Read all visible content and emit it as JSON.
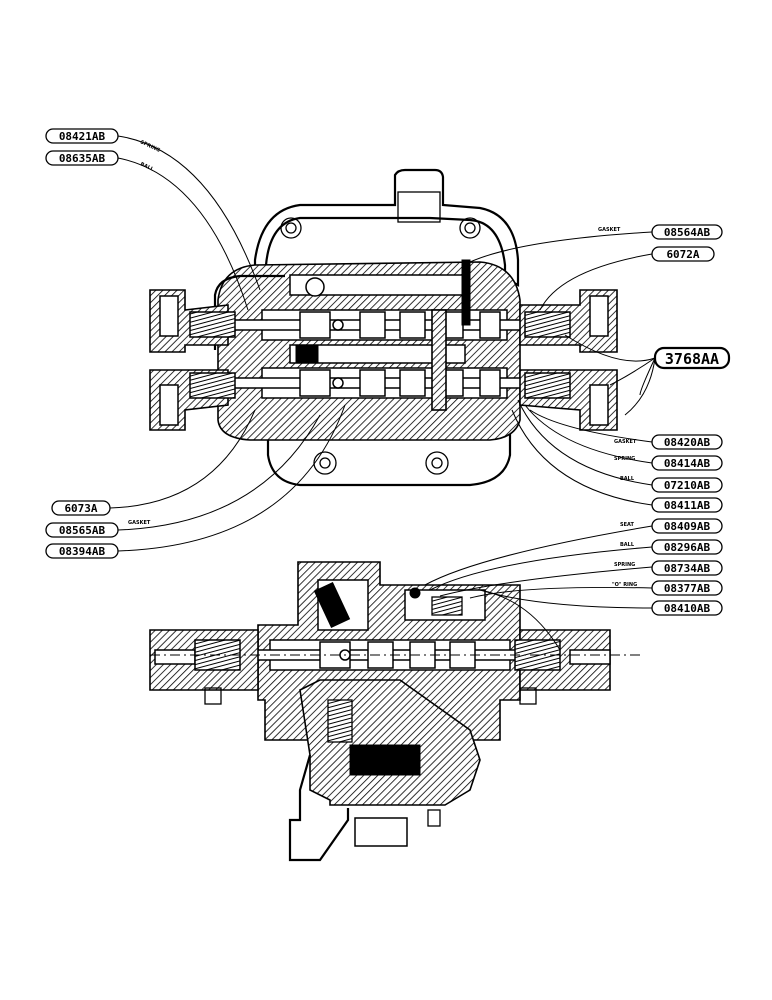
{
  "callouts_upper_left": [
    {
      "id": "p08421AB",
      "part": "08421AB",
      "note": "SPRING"
    },
    {
      "id": "p08635AB",
      "part": "08635AB",
      "note": "BALL"
    },
    {
      "id": "p6073A",
      "part": "6073A",
      "note": ""
    },
    {
      "id": "p08565AB",
      "part": "08565AB",
      "note": "GASKET"
    },
    {
      "id": "p08394AB",
      "part": "08394AB",
      "note": ""
    }
  ],
  "callouts_upper_right": [
    {
      "id": "p08564AB",
      "part": "08564AB",
      "note": "GASKET"
    },
    {
      "id": "p6072A",
      "part": "6072A",
      "note": ""
    },
    {
      "id": "p3768AA",
      "part": "3768AA",
      "note": ""
    },
    {
      "id": "p08420AB",
      "part": "08420AB",
      "note": "GASKET"
    },
    {
      "id": "p08414AB",
      "part": "08414AB",
      "note": "SPRING"
    },
    {
      "id": "p07210AB",
      "part": "07210AB",
      "note": "BALL"
    },
    {
      "id": "p08411AB",
      "part": "08411AB",
      "note": ""
    }
  ],
  "callouts_lower_right": [
    {
      "id": "p08409AB",
      "part": "08409AB",
      "note": "SEAT"
    },
    {
      "id": "p08296AB",
      "part": "08296AB",
      "note": "BALL"
    },
    {
      "id": "p08734AB",
      "part": "08734AB",
      "note": "SPRING"
    },
    {
      "id": "p08377AB",
      "part": "08377AB",
      "note": "\"O\" RING"
    },
    {
      "id": "p08410AB",
      "part": "08410AB",
      "note": ""
    }
  ]
}
